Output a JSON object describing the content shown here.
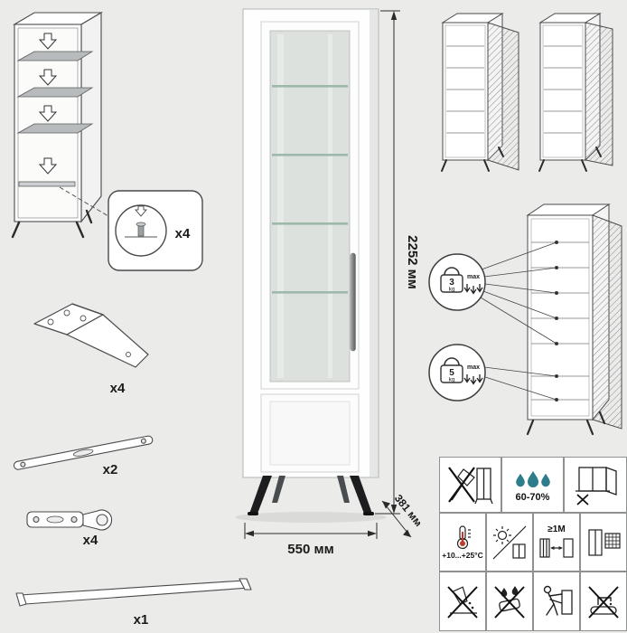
{
  "dimensions": {
    "height": "2252 мм",
    "width": "550 мм",
    "depth": "381 мм"
  },
  "parts": {
    "supports": "x4",
    "legs": "x4",
    "rails": "x2",
    "hinges": "x4",
    "handles": "x1"
  },
  "load": {
    "shelf3": {
      "value": "3",
      "unit": "kg",
      "max": "max"
    },
    "shelf5": {
      "value": "5",
      "unit": "kg",
      "max": "max"
    }
  },
  "care": {
    "humidity": "60-70%",
    "temperature": "+10...+25°C",
    "distance": "≥1M"
  },
  "colors": {
    "background": "#ebecea",
    "glass_shelf_edge": "#9cb9aa",
    "leg_black": "#1b1d1f",
    "water_drop": "#2e7d8a",
    "mercury_red": "#c0392b"
  }
}
